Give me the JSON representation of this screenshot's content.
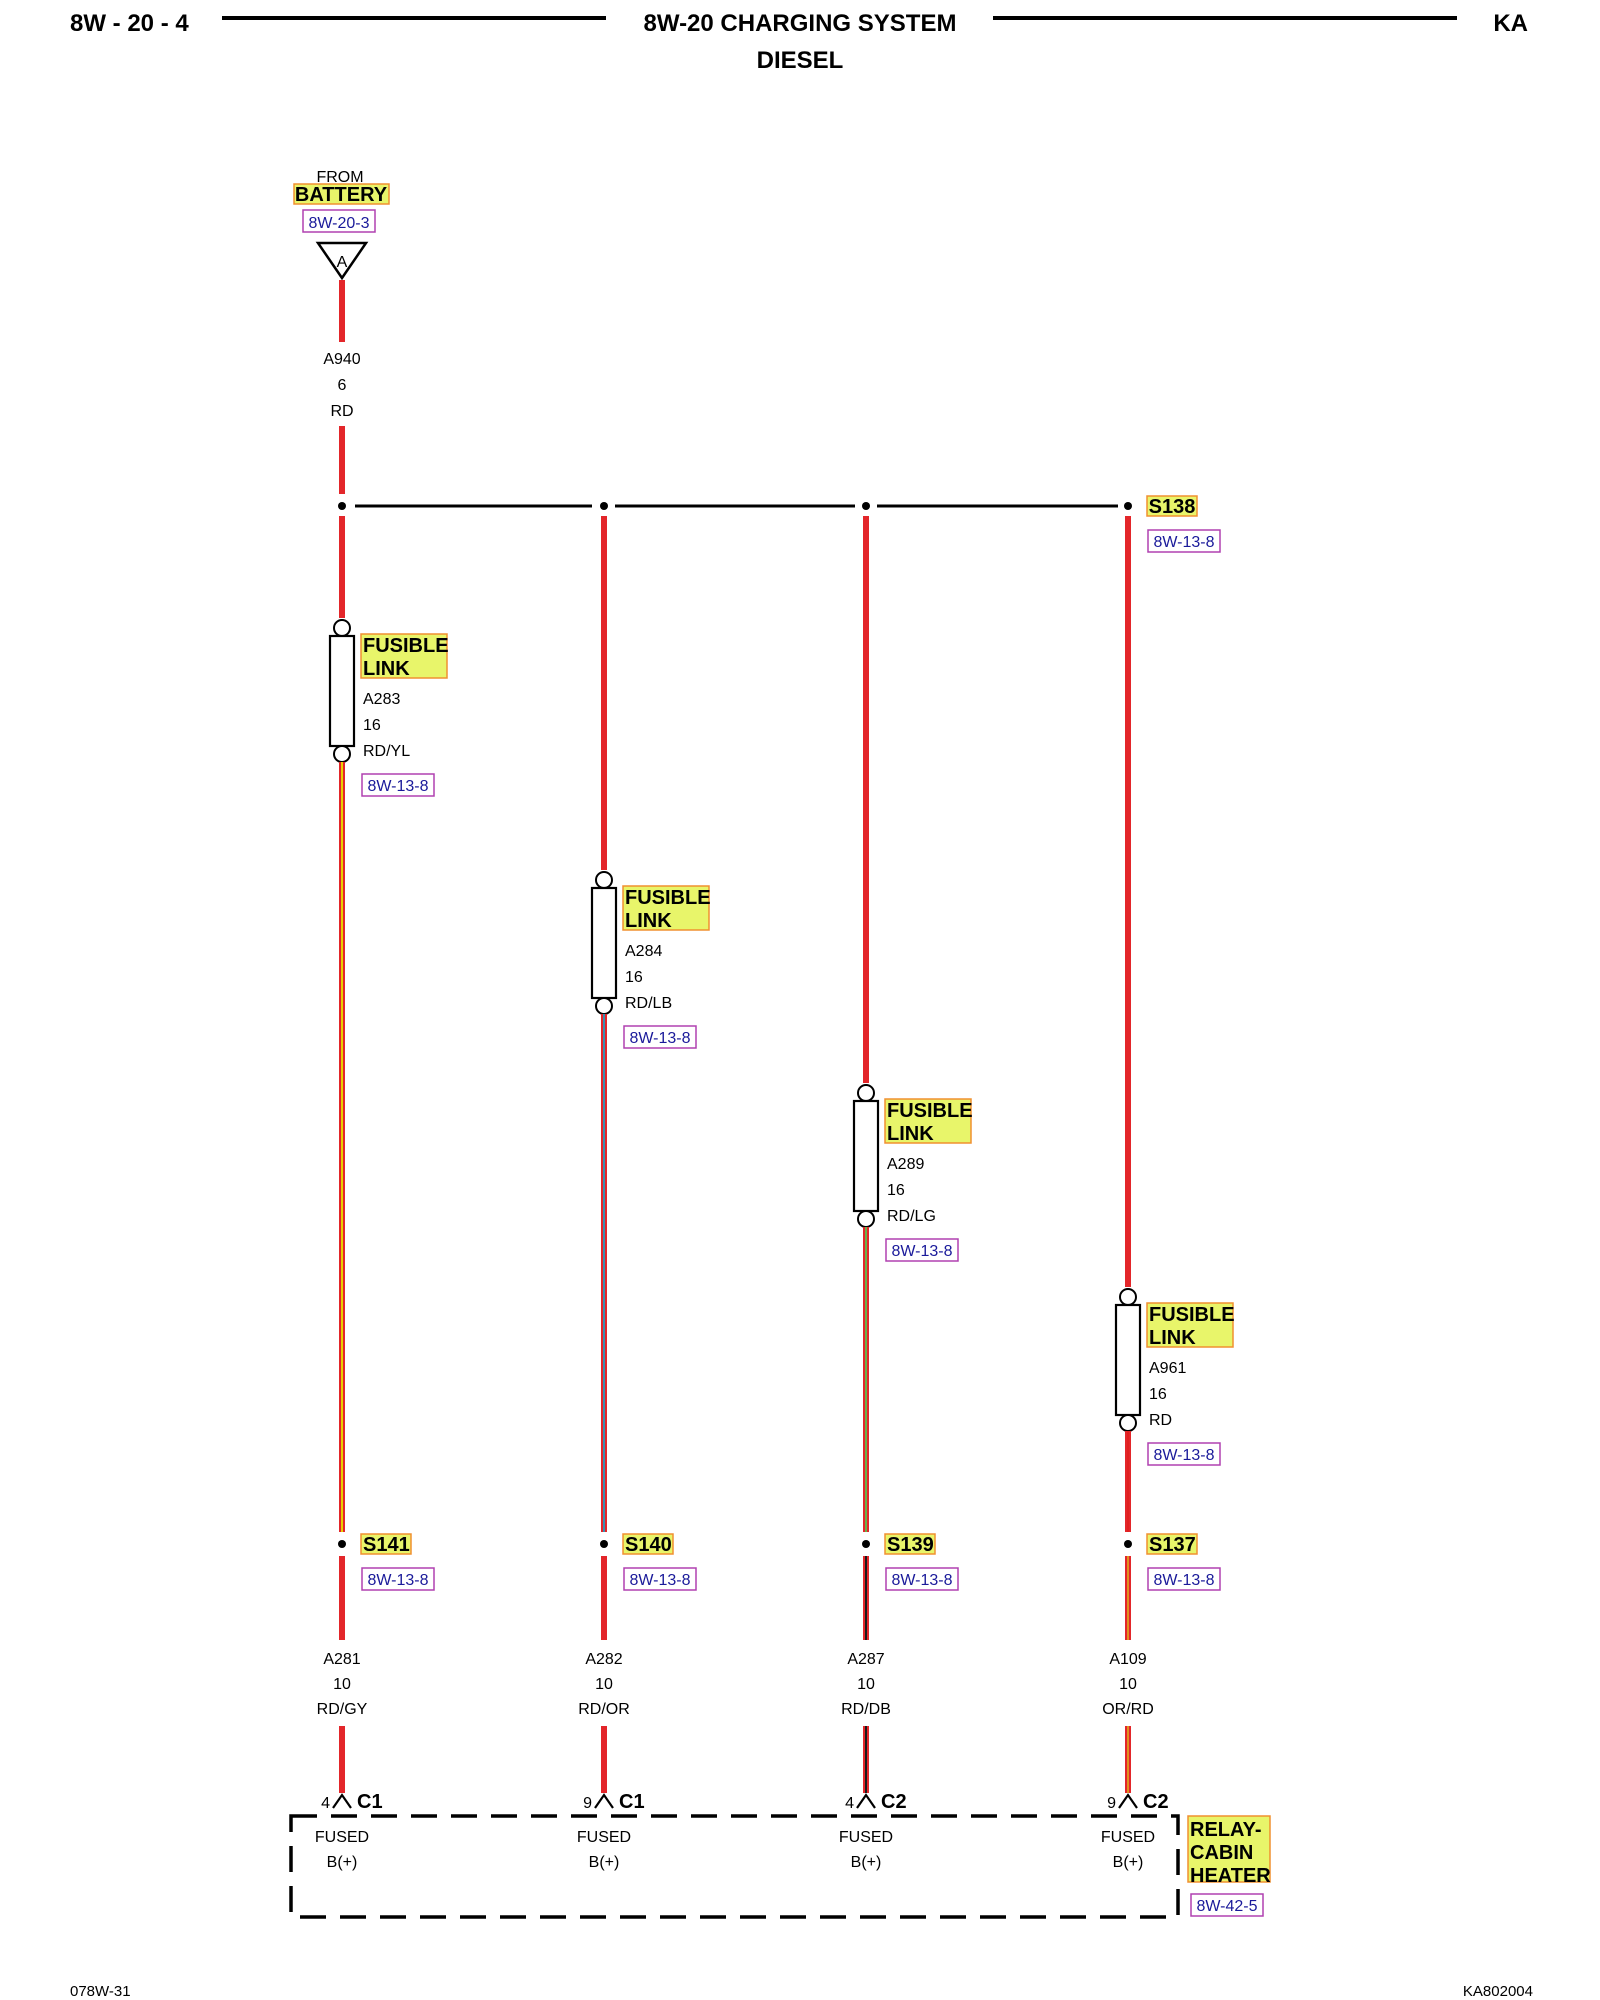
{
  "header": {
    "left": "8W - 20 - 4",
    "title": "8W-20 CHARGING SYSTEM",
    "subtitle": "DIESEL",
    "right": "KA"
  },
  "footer": {
    "left": "078W-31",
    "right": "KA802004"
  },
  "source": {
    "from": "FROM",
    "name": "BATTERY",
    "ref": "8W-20-3",
    "connector": "A"
  },
  "feed_wire": {
    "circuit": "A940",
    "gauge": "6",
    "color": "RD"
  },
  "splice_top": {
    "id": "S138",
    "ref": "8W-13-8"
  },
  "branches": [
    {
      "fuse_label_1": "FUSIBLE",
      "fuse_label_2": "LINK",
      "fuse_circuit": "A283",
      "fuse_gauge": "16",
      "fuse_color": "RD/YL",
      "fuse_ref": "8W-13-8",
      "splice": "S141",
      "splice_ref": "8W-13-8",
      "out_circuit": "A281",
      "out_gauge": "10",
      "out_color": "RD/GY",
      "pin": "4",
      "connector": "C1",
      "term_1": "FUSED",
      "term_2": "B(+)",
      "stripe": "#e8d000"
    },
    {
      "fuse_label_1": "FUSIBLE",
      "fuse_label_2": "LINK",
      "fuse_circuit": "A284",
      "fuse_gauge": "16",
      "fuse_color": "RD/LB",
      "fuse_ref": "8W-13-8",
      "splice": "S140",
      "splice_ref": "8W-13-8",
      "out_circuit": "A282",
      "out_gauge": "10",
      "out_color": "RD/OR",
      "pin": "9",
      "connector": "C1",
      "term_1": "FUSED",
      "term_2": "B(+)",
      "stripe": "#3a8fb0"
    },
    {
      "fuse_label_1": "FUSIBLE",
      "fuse_label_2": "LINK",
      "fuse_circuit": "A289",
      "fuse_gauge": "16",
      "fuse_color": "RD/LG",
      "fuse_ref": "8W-13-8",
      "splice": "S139",
      "splice_ref": "8W-13-8",
      "out_circuit": "A287",
      "out_gauge": "10",
      "out_color": "RD/DB",
      "pin": "4",
      "connector": "C2",
      "term_1": "FUSED",
      "term_2": "B(+)",
      "stripe": "#6ab04a"
    },
    {
      "fuse_label_1": "FUSIBLE",
      "fuse_label_2": "LINK",
      "fuse_circuit": "A961",
      "fuse_gauge": "16",
      "fuse_color": "RD",
      "fuse_ref": "8W-13-8",
      "splice": "S137",
      "splice_ref": "8W-13-8",
      "out_circuit": "A109",
      "out_gauge": "10",
      "out_color": "OR/RD",
      "pin": "9",
      "connector": "C2",
      "term_1": "FUSED",
      "term_2": "B(+)",
      "stripe": "#e02020"
    }
  ],
  "component": {
    "name_1": "RELAY-",
    "name_2": "CABIN",
    "name_3": "HEATER",
    "ref": "8W-42-5"
  },
  "colors": {
    "wire_red": "#e3262a",
    "wire_dark": "#1a1a1a",
    "highlight": "#e8f56a",
    "highlight_border": "#f09030",
    "ref_border": "#b040b0"
  }
}
